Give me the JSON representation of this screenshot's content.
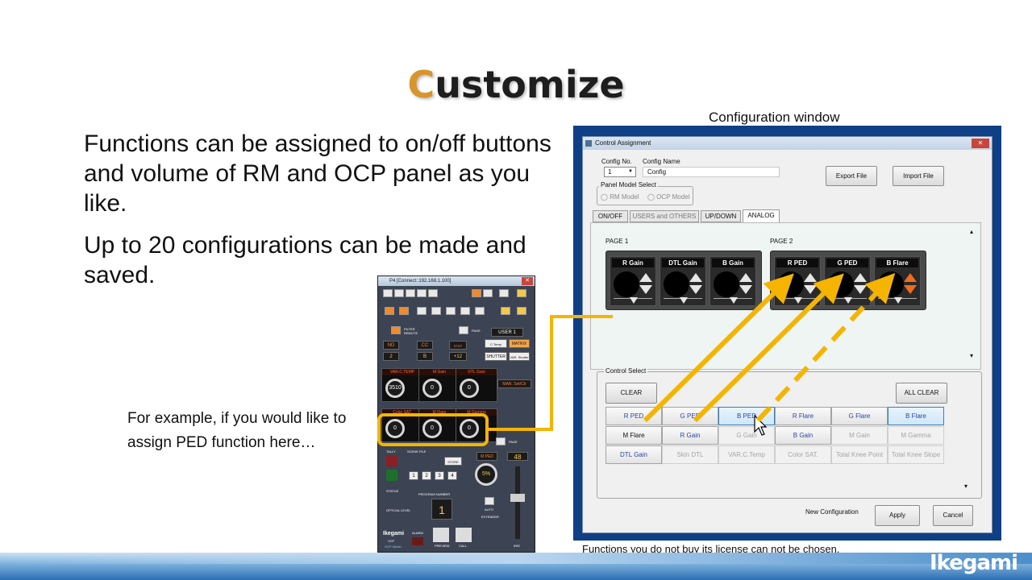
{
  "slide": {
    "title_first": "C",
    "title_rest": "ustomize",
    "para1": "Functions can be assigned to on/off buttons and volume of RM and OCP panel as you like.",
    "para2": "Up to 20 configurations can be made and saved.",
    "caption_window": "Configuration window",
    "example_note": "For example, if you would like to assign PED function here…",
    "license_note": "Functions  you do not buy its license can not be chosen.",
    "brand": "Ikegami",
    "accent_color": "#d8952d",
    "highlight_color": "#f5b400"
  },
  "ocp": {
    "title": "P4 [Connect::192.168.1.100]",
    "knob_labels": [
      "VAR.C.TEMP",
      "M Gain",
      "DTL Gain",
      "Color SAT.",
      "M Flare",
      "M Gamma"
    ],
    "knob_values": [
      "3510",
      "0",
      "0",
      "0",
      "0",
      "0"
    ],
    "nd_label": "ND",
    "cc_label": "CC",
    "step_gain_label": "STEP GAIN",
    "nd_value": "2",
    "cc_value": "B",
    "gain_value": "+12",
    "user_label": "USER 1",
    "ctemp": "C.Temp 5000K",
    "matrix": "MATRIX",
    "shutter": "SHUTTER",
    "var_shutter": "VAR. Shutter",
    "man_set": "MAN. Set/Clr",
    "mped_label": "M PED",
    "mped_value": "5%",
    "counter": "48",
    "tally": "TALLY",
    "scene_file": "SCENE FILE",
    "store": "STORE",
    "scene_numbers": [
      "1",
      "2",
      "3",
      "4"
    ],
    "status": "STATUS",
    "program_number": "PROGRAM NUMBER",
    "program_value": "1",
    "optical_level": "OPTICAL LEVEL",
    "extender": "EXTENDER",
    "auto": "AUTO",
    "alarm": "ALARM",
    "preview": "PREVIEW",
    "call": "CALL",
    "iris": "IRIS",
    "brand": "Ikegami",
    "model": "VCP",
    "model_sub": "OCP Model",
    "page": "PAGE",
    "filter_remote": "FILTER REMOTE"
  },
  "config": {
    "window_title": "Control Assignment",
    "config_no_label": "Config No.",
    "config_no_value": "1",
    "config_name_label": "Config Name",
    "config_name_value": "Config",
    "export_button": "Export File",
    "import_button": "Import File",
    "panel_model_label": "Panel Model Select",
    "rm_model": "RM Model",
    "ocp_model": "OCP Model",
    "tabs": [
      "ON/OFF",
      "USERS and OTHERS",
      "UP/DOWN",
      "ANALOG"
    ],
    "active_tab": "ANALOG",
    "page1_label": "PAGE 1",
    "page2_label": "PAGE 2",
    "page1_controls": [
      "R Gain",
      "DTL Gain",
      "B Gain"
    ],
    "page2_controls": [
      "R PED",
      "G PED",
      "B Flare"
    ],
    "control_select_label": "Control Select",
    "clear_button": "CLEAR",
    "all_clear_button": "ALL CLEAR",
    "grid": [
      [
        {
          "label": "R PED",
          "state": "normal"
        },
        {
          "label": "G PED",
          "state": "normal"
        },
        {
          "label": "B PED",
          "state": "selected"
        },
        {
          "label": "R Flare",
          "state": "normal"
        },
        {
          "label": "G Flare",
          "state": "normal"
        },
        {
          "label": "B Flare",
          "state": "selected"
        }
      ],
      [
        {
          "label": "M Flare",
          "state": "black"
        },
        {
          "label": "R Gain",
          "state": "normal"
        },
        {
          "label": "G Gain",
          "state": "disabled"
        },
        {
          "label": "B Gain",
          "state": "normal"
        },
        {
          "label": "M Gain",
          "state": "disabled"
        },
        {
          "label": "M Gamma",
          "state": "disabled"
        }
      ],
      [
        {
          "label": "DTL Gain",
          "state": "normal"
        },
        {
          "label": "Skin DTL",
          "state": "disabled"
        },
        {
          "label": "VAR.C.Temp",
          "state": "disabled"
        },
        {
          "label": "Color SAT.",
          "state": "disabled"
        },
        {
          "label": "Total Knee Point",
          "state": "disabled"
        },
        {
          "label": "Total Knee Slope",
          "state": "disabled"
        }
      ]
    ],
    "new_configuration_label": "New Configuration",
    "apply_button": "Apply",
    "cancel_button": "Cancel"
  }
}
